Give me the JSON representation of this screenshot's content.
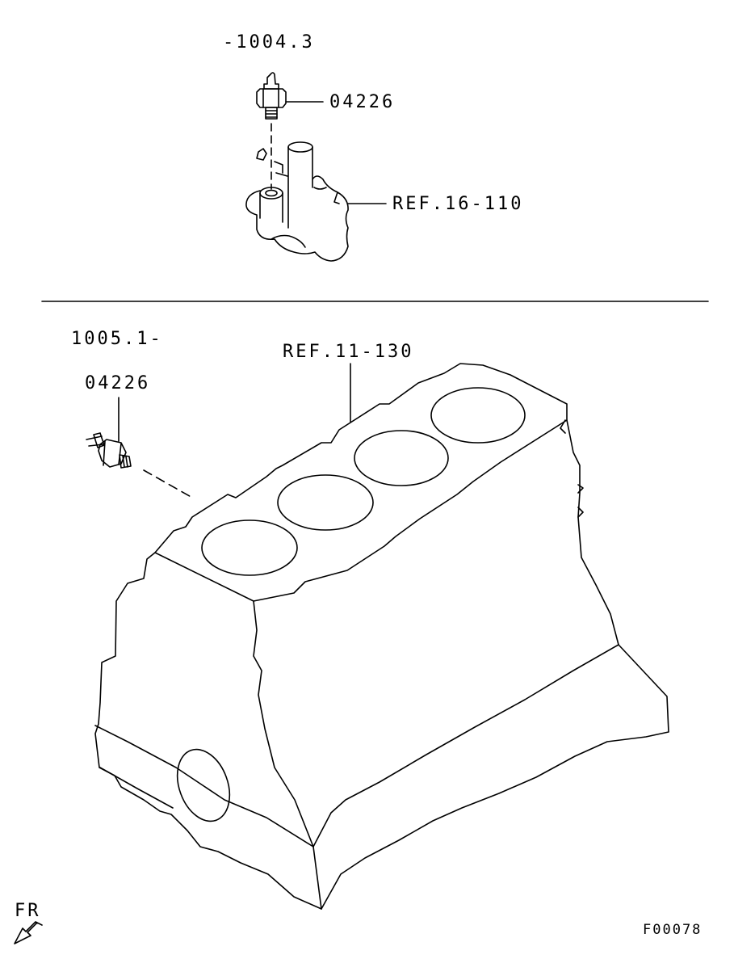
{
  "diagram": {
    "upper_section": {
      "date_range": "-1004.3",
      "part_number": "04226",
      "reference": "REF.16-110"
    },
    "lower_section": {
      "date_range": "1005.1-",
      "part_number": "04226",
      "reference": "REF.11-130"
    },
    "direction_indicator": "FR",
    "figure_code": "F00078"
  },
  "colors": {
    "line": "#000000",
    "background": "#ffffff"
  }
}
